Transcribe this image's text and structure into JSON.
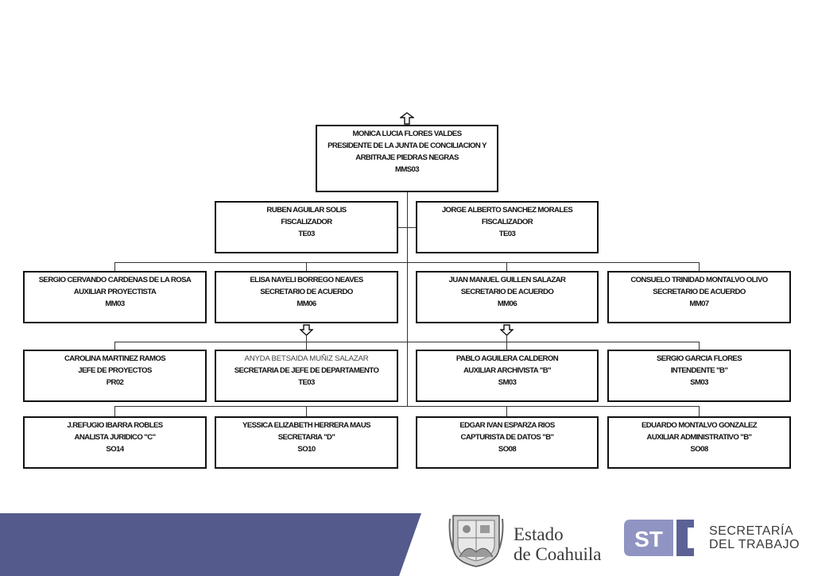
{
  "org_chart": {
    "director": {
      "name": "MONICA LUCIA FLORES VALDES",
      "title_line1": "PRESIDENTE DE LA JUNTA DE CONCILIACION  Y",
      "title_line2": "ARBITRAJE PIEDRAS NEGRAS",
      "code": "MMS03"
    },
    "level1": [
      {
        "name": "RUBEN AGUILAR SOLIS",
        "title": "FISCALIZADOR",
        "code": "TE03"
      },
      {
        "name": "JORGE ALBERTO SANCHEZ MORALES",
        "title": "FISCALIZADOR",
        "code": "TE03"
      }
    ],
    "level2": [
      {
        "name": "SERGIO CERVANDO CARDENAS DE LA ROSA",
        "title": "AUXILIAR PROYECTISTA",
        "code": "MM03"
      },
      {
        "name": "ELISA NAYELI BORREGO NEAVES",
        "title": "SECRETARIO DE ACUERDO",
        "code": "MM06"
      },
      {
        "name": "JUAN MANUEL GUILLEN SALAZAR",
        "title": "SECRETARIO DE ACUERDO",
        "code": "MM06"
      },
      {
        "name": "CONSUELO TRINIDAD MONTALVO OLIVO",
        "title": "SECRETARIO DE ACUERDO",
        "code": "MM07"
      }
    ],
    "level3": [
      {
        "name": "CAROLINA MARTINEZ RAMOS",
        "title": "JEFE DE PROYECTOS",
        "code": "PR02"
      },
      {
        "name": "ANYDA BETSAIDA MUÑIZ SALAZAR",
        "title": "SECRETARIA DE JEFE DE DEPARTAMENTO",
        "code": "TE03"
      },
      {
        "name": "PABLO AGUILERA CALDERON",
        "title": "AUXILIAR ARCHIVISTA \"B\"",
        "code": "SM03"
      },
      {
        "name": "SERGIO GARCIA FLORES",
        "title": "INTENDENTE \"B\"",
        "code": "SM03"
      }
    ],
    "level4": [
      {
        "name": "J.REFUGIO IBARRA ROBLES",
        "title": "ANALISTA JURIDICO \"C\"",
        "code": "SO14"
      },
      {
        "name": "YESSICA ELIZABETH HERRERA MAUS",
        "title": "SECRETARIA \"D\"",
        "code": "SO10"
      },
      {
        "name": "EDGAR IVAN ESPARZA RIOS",
        "title": "CAPTURISTA DE DATOS \"B\"",
        "code": "SO08"
      },
      {
        "name": "EDUARDO MONTALVO GONZALEZ",
        "title": "AUXILIAR ADMINISTRATIVO \"B\"",
        "code": "SO08"
      }
    ]
  },
  "footer": {
    "coahuila_line1": "Estado",
    "coahuila_line2": "de Coahuila",
    "st_badge": "ST",
    "st_line1": "SECRETARÍA",
    "st_line2": "DEL TRABAJO",
    "colors": {
      "band": "#545a8c",
      "st_light": "#8f94c2",
      "st_dark": "#5c6296",
      "text": "#3a3a3a"
    }
  }
}
